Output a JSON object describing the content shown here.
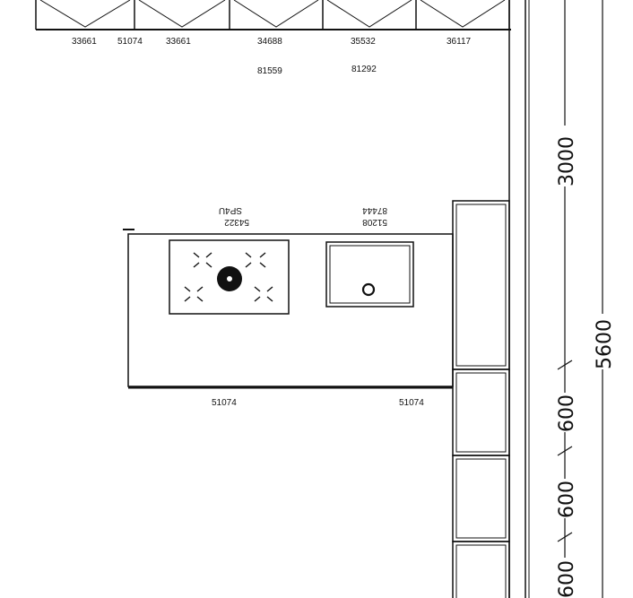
{
  "top_cabinets": {
    "labels": [
      "33661",
      "51074",
      "33661",
      "34688",
      "35532",
      "36117"
    ],
    "sub_labels": [
      "81559",
      "81292"
    ]
  },
  "island": {
    "hob_codes": [
      "54322",
      "SP4U"
    ],
    "sink_codes": [
      "51208",
      "87444"
    ],
    "bottom_labels": [
      "51074",
      "51074"
    ]
  },
  "dimensions": {
    "inner_3000": "3000",
    "outer_5600": "5600",
    "seg_600_a": "600",
    "seg_600_b": "600",
    "seg_600_c": "600"
  }
}
